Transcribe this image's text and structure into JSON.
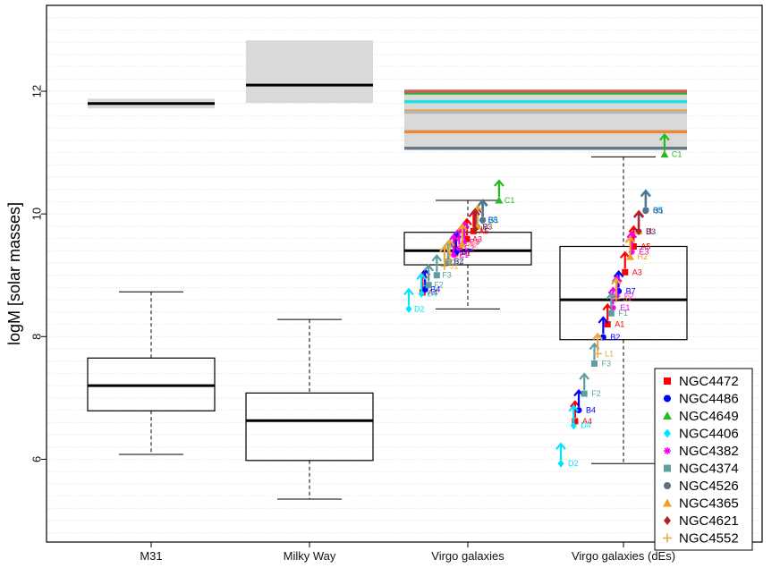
{
  "chart_data": {
    "type": "box",
    "ylabel": "logM   [solar masses]",
    "ylim": [
      4.65,
      13.4
    ],
    "y_ticks": [
      6,
      8,
      10,
      12
    ],
    "y_minor_step": 0.2,
    "grid": "horizontal dotted",
    "legend_position": "bottom-right",
    "categories": [
      "M31",
      "Milky Way",
      "Virgo galaxies",
      "Virgo galaxies (dEs)"
    ],
    "boxes": [
      {
        "category": "M31",
        "whisker_low": 6.08,
        "q1": 6.79,
        "median": 7.2,
        "q3": 7.65,
        "whisker_high": 8.73
      },
      {
        "category": "Milky Way",
        "whisker_low": 5.35,
        "q1": 5.98,
        "median": 6.63,
        "q3": 7.08,
        "whisker_high": 8.28
      },
      {
        "category": "Virgo galaxies",
        "whisker_low": 8.45,
        "q1": 9.17,
        "median": 9.4,
        "q3": 9.7,
        "whisker_high": 10.22
      },
      {
        "category": "Virgo galaxies (dEs)",
        "whisker_low": 5.93,
        "q1": 7.95,
        "median": 8.6,
        "q3": 9.47,
        "whisker_high": 10.93
      }
    ],
    "host_mass_bands": [
      {
        "category": "M31",
        "low": 11.72,
        "median": 11.8,
        "high": 11.88
      },
      {
        "category": "Milky Way",
        "low": 11.81,
        "median": 12.1,
        "high": 12.83
      }
    ],
    "virgo_host_band": {
      "low": 11.07,
      "high": 12.01
    },
    "virgo_host_masses": [
      {
        "series": "NGC4472",
        "value": 11.34,
        "color": "#e88a3a"
      },
      {
        "series": "NGC4486",
        "value": 11.68,
        "color": "#e8a73a"
      },
      {
        "series": "NGC4406",
        "value": 11.83,
        "color": "#22e0e0"
      },
      {
        "series": "NGC4649",
        "value": 11.97,
        "color": "#2bb52b"
      },
      {
        "series": "NGC4374",
        "value": 12.0,
        "color": "#cd5c5c"
      },
      {
        "series": "NGC4621",
        "value": 11.07,
        "color": "#667788"
      },
      {
        "series": "NGC4365",
        "value": 11.66,
        "color": "#b5b5b5"
      }
    ],
    "series": [
      {
        "name": "NGC4472",
        "color": "#ff0000",
        "marker": "square",
        "virgo": [
          {
            "label": "A4",
            "y": 8.72
          },
          {
            "label": "A1",
            "y": 9.36
          },
          {
            "label": "A3",
            "y": 9.59
          },
          {
            "label": "A5",
            "y": 9.72
          }
        ],
        "des": [
          {
            "label": "A4",
            "y": 6.62
          },
          {
            "label": "A1",
            "y": 8.2
          },
          {
            "label": "A3",
            "y": 9.05
          },
          {
            "label": "A5",
            "y": 9.47
          }
        ]
      },
      {
        "name": "NGC4486",
        "color": "#0000ff",
        "marker": "circle",
        "virgo": [
          {
            "label": "B4",
            "y": 8.77
          },
          {
            "label": "B2",
            "y": 9.23
          },
          {
            "label": "B7",
            "y": 9.38
          },
          {
            "label": "B3",
            "y": 9.79
          },
          {
            "label": "B5",
            "y": 9.9
          }
        ],
        "des": [
          {
            "label": "B4",
            "y": 6.8
          },
          {
            "label": "B2",
            "y": 7.99
          },
          {
            "label": "B7",
            "y": 8.74
          },
          {
            "label": "B3",
            "y": 9.71
          },
          {
            "label": "B5",
            "y": 10.06
          }
        ]
      },
      {
        "name": "NGC4649",
        "color": "#22bb22",
        "marker": "triangle",
        "virgo": [
          {
            "label": "C1",
            "y": 10.22
          }
        ],
        "des": [
          {
            "label": "C1",
            "y": 10.97
          }
        ]
      },
      {
        "name": "NGC4406",
        "color": "#00e5ff",
        "marker": "diamond",
        "virgo": [
          {
            "label": "D2",
            "y": 8.45
          },
          {
            "label": "D4",
            "y": 8.7
          },
          {
            "label": "D5",
            "y": 9.89
          }
        ],
        "des": [
          {
            "label": "D2",
            "y": 5.93
          },
          {
            "label": "D4",
            "y": 6.55
          },
          {
            "label": "D5",
            "y": 10.06
          }
        ]
      },
      {
        "name": "NGC4382",
        "color": "#ee00ee",
        "marker": "star",
        "virgo": [
          {
            "label": "E1",
            "y": 9.33
          },
          {
            "label": "E2",
            "y": 9.44
          },
          {
            "label": "E3",
            "y": 9.54
          }
        ],
        "des": [
          {
            "label": "E1",
            "y": 8.47
          },
          {
            "label": "E2",
            "y": 8.66
          },
          {
            "label": "E3",
            "y": 9.38
          }
        ]
      },
      {
        "name": "NGC4374",
        "color": "#5f9ea0",
        "marker": "square",
        "virgo": [
          {
            "label": "F1",
            "y": 9.22
          },
          {
            "label": "F2",
            "y": 8.84
          },
          {
            "label": "F3",
            "y": 9.0
          }
        ],
        "des": [
          {
            "label": "F1",
            "y": 8.38
          },
          {
            "label": "F2",
            "y": 7.07
          },
          {
            "label": "F3",
            "y": 7.56
          }
        ]
      },
      {
        "name": "NGC4526",
        "color": "#607080",
        "marker": "circle",
        "virgo": [
          {
            "label": "G1",
            "y": 9.9
          }
        ],
        "des": [
          {
            "label": "G1",
            "y": 10.05
          }
        ]
      },
      {
        "name": "NGC4365",
        "color": "#f0a020",
        "marker": "triangle",
        "virgo": [
          {
            "label": "H1",
            "y": 9.8
          },
          {
            "label": "H2",
            "y": 9.5
          }
        ],
        "des": [
          {
            "label": "H1",
            "y": 9.72
          },
          {
            "label": "H2",
            "y": 9.3
          }
        ]
      },
      {
        "name": "NGC4621",
        "color": "#b22222",
        "marker": "diamond",
        "virgo": [
          {
            "label": "I1",
            "y": 9.75
          }
        ],
        "des": [
          {
            "label": "I1",
            "y": 9.72
          }
        ]
      },
      {
        "name": "NGC4552",
        "color": "#e8a840",
        "marker": "plus",
        "virgo": [
          {
            "label": "J1",
            "y": 9.15
          },
          {
            "label": "L1",
            "y": 9.25
          }
        ],
        "des": [
          {
            "label": "J1",
            "y": 8.62
          },
          {
            "label": "L1",
            "y": 7.72
          }
        ]
      }
    ]
  }
}
